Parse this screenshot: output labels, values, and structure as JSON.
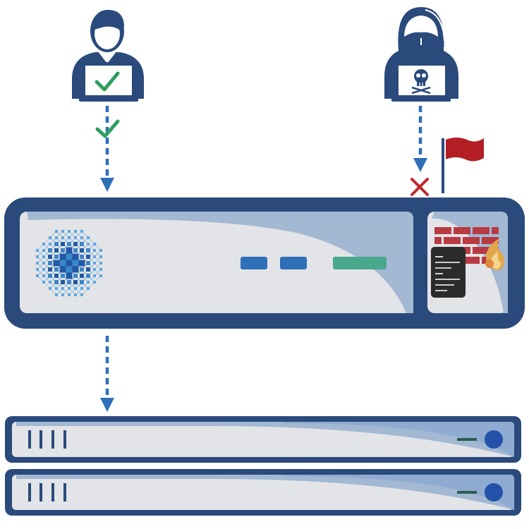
{
  "diagram": {
    "actors": [
      {
        "role": "legitimate-user",
        "icon": "user-laptop-icon",
        "status_icon": "check-icon"
      },
      {
        "role": "attacker",
        "icon": "hooded-hacker-icon",
        "status_icon": "x-icon"
      }
    ],
    "connections": [
      {
        "from": "legitimate-user",
        "to": "gateway-appliance",
        "status": "allowed",
        "status_icon": "check-icon"
      },
      {
        "from": "attacker",
        "to": "gateway-appliance",
        "status": "blocked",
        "status_icon": "x-icon"
      },
      {
        "from": "gateway-appliance",
        "to": "server-stack",
        "status": "allowed"
      }
    ],
    "gateway": {
      "icon": "network-mesh-icon",
      "security_module_icon": "firewall-icon",
      "alert_icon": "red-flag-icon"
    },
    "servers": {
      "count": 2,
      "icon": "rack-server-icon"
    }
  },
  "colors": {
    "navy": "#2a4a7c",
    "steel_blue": "#2e6fb8",
    "allowed_green": "#2e9e5e",
    "blocked_red": "#c0282c",
    "panel_light": "#e3e4e7",
    "panel_blue": "#a3b8d3",
    "led_teal": "#4aa88c",
    "brick_red": "#b83a42"
  }
}
